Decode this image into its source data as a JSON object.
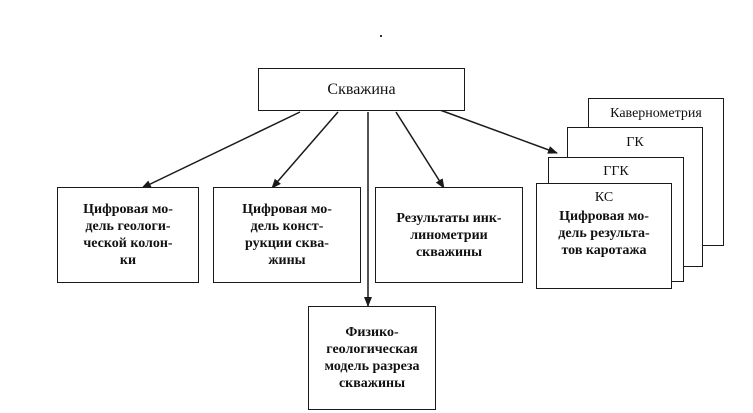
{
  "diagram": {
    "root": "Скважина",
    "children": [
      "Цифровая мо-\nдель геологи-\nческой колон-\nки",
      "Цифровая мо-\nдель конст-\nрукции сква-\nжины",
      "Результаты инк-\nлинометрии\nскважины"
    ],
    "bottom": "Физико-\nгеологическая\nмодель разреза\nскважины",
    "stack": {
      "sheets": [
        "Кавернометрия",
        "ГК",
        "ГГК",
        "КС"
      ],
      "front": "Цифровая мо-\nдель результа-\nтов каротажа"
    }
  }
}
